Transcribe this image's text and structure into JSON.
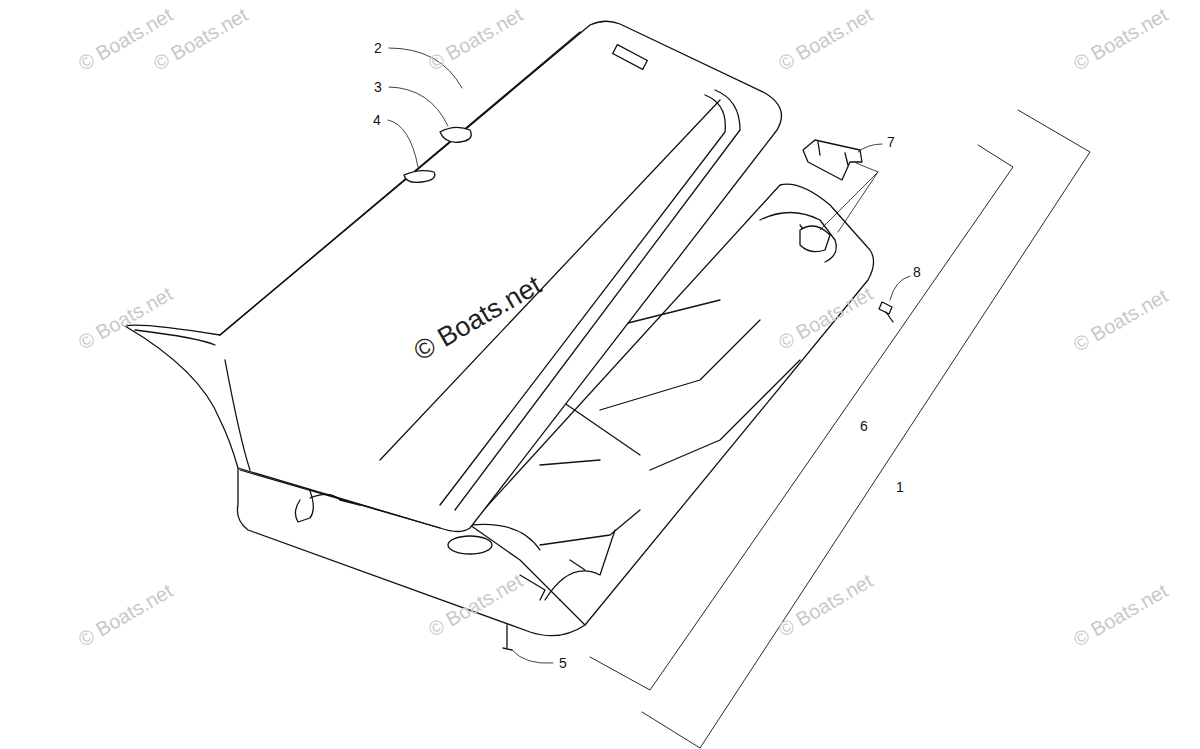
{
  "diagram": {
    "labels": [
      "2",
      "3",
      "4",
      "7",
      "8",
      "6",
      "1",
      "5",
      "© Boats.net",
      "© Boats.net",
      "© Boats.net",
      "© Boats.net",
      "© Boats.net",
      "© Boats.net",
      "© Boats.net",
      "© Boats.net",
      "© Boats.net",
      "© Boats.net",
      "© Boats.net",
      "© Boats.net",
      "© Boats.net"
    ]
  }
}
